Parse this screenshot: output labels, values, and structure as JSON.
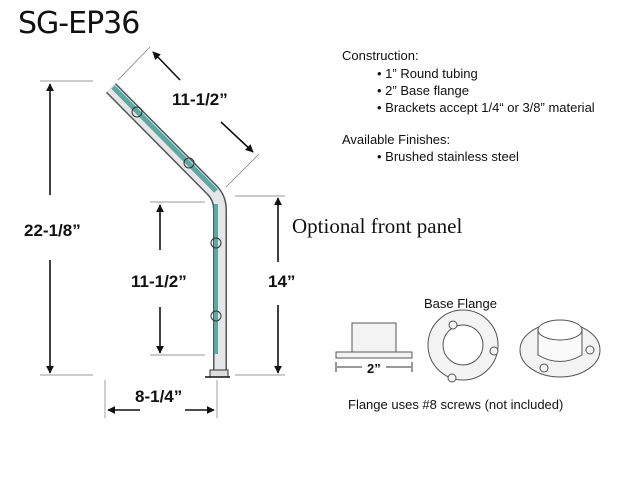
{
  "title": "SG-EP36",
  "dimensions": {
    "overall_height": "22-1/8”",
    "angled_length": "11-1/2”",
    "vertical_panel": "11-1/2”",
    "post_height": "14”",
    "depth": "8-1/4”",
    "flange_width": "2”"
  },
  "construction": {
    "heading": "Construction:",
    "items": [
      "• 1” Round tubing",
      "• 2” Base flange",
      "• Brackets accept 1/4“ or 3/8” material"
    ]
  },
  "finishes": {
    "heading": "Available Finishes:",
    "items": [
      "• Brushed stainless steel"
    ]
  },
  "optional_label": "Optional front panel",
  "flange": {
    "heading": "Base Flange",
    "caption": "Flange uses #8 screws (not included)"
  },
  "colors": {
    "panel": "#5aa9a5",
    "tube": "#e4e6e8",
    "line": "#111111"
  }
}
